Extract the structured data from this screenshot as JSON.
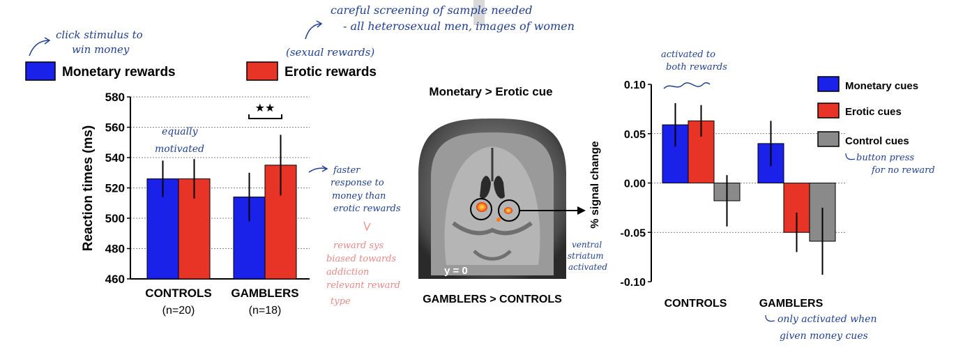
{
  "colors": {
    "monetary": "#1a21e8",
    "erotic": "#e83327",
    "control": "#8a8a8a",
    "hand_blue": "#1f3f8f",
    "hand_pink": "#e88a86"
  },
  "left_legend": {
    "monetary": "Monetary rewards",
    "erotic": "Erotic rewards"
  },
  "brain": {
    "title": "Monetary > Erotic cue",
    "slice_label": "y = 0",
    "contrast_label": "GAMBLERS > CONTROLS"
  },
  "right_legend": {
    "monetary": "Monetary cues",
    "erotic": "Erotic cues",
    "control": "Control cues"
  },
  "significance": "★★",
  "annotations": {
    "click_stimulus": [
      "click stimulus to",
      "win money"
    ],
    "screening": [
      "careful screening of sample needed",
      "- all heterosexual men, images of women"
    ],
    "sexual_rewards": "(sexual rewards)",
    "equally_motivated": [
      "equally",
      "motivated"
    ],
    "faster_response": [
      "faster",
      "response to",
      "money than",
      "erotic rewards"
    ],
    "reward_bias": [
      "reward sys",
      "biased towards",
      "addiction",
      "relevant reward",
      "type"
    ],
    "ventral_striatum": [
      "ventral",
      "striatum",
      "activated"
    ],
    "activated_both": [
      "activated to",
      "both rewards"
    ],
    "button_press": [
      "button press",
      "for no reward"
    ],
    "only_money": [
      "only activated when",
      "given money cues"
    ]
  },
  "chart_data": [
    {
      "type": "bar",
      "categories": [
        "CONTROLS",
        "GAMBLERS"
      ],
      "category_sublabels": [
        "(n=20)",
        "(n=18)"
      ],
      "series": [
        {
          "name": "Monetary rewards",
          "values": [
            526,
            514
          ],
          "errors": [
            12,
            16
          ]
        },
        {
          "name": "Erotic rewards",
          "values": [
            526,
            535
          ],
          "errors": [
            13,
            20
          ]
        }
      ],
      "ylabel": "Reaction times (ms)",
      "ylim": [
        460,
        580
      ],
      "yticks": [
        460,
        480,
        500,
        520,
        540,
        560,
        580
      ],
      "grid": true
    },
    {
      "type": "bar",
      "categories": [
        "CONTROLS",
        "GAMBLERS"
      ],
      "series": [
        {
          "name": "Monetary cues",
          "values": [
            0.059,
            0.04
          ],
          "errors": [
            0.022,
            0.023
          ]
        },
        {
          "name": "Erotic cues",
          "values": [
            0.063,
            -0.05
          ],
          "errors": [
            0.016,
            0.02
          ]
        },
        {
          "name": "Control cues",
          "values": [
            -0.018,
            -0.059
          ],
          "errors": [
            0.026,
            0.034
          ]
        }
      ],
      "ylabel": "% signal change",
      "ylim": [
        -0.1,
        0.1
      ],
      "yticks": [
        "-0.10",
        "-0.05",
        "0.00",
        "0.05",
        "0.10"
      ],
      "grid": true
    }
  ]
}
